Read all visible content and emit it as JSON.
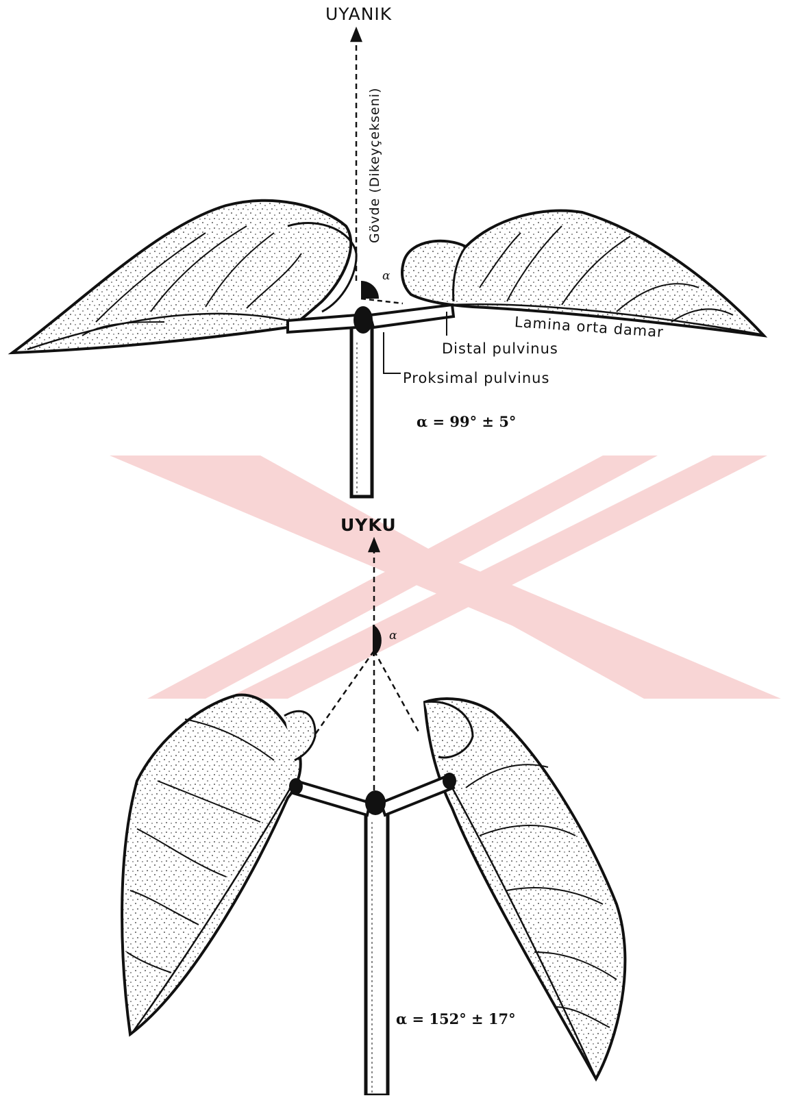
{
  "top": {
    "state_label": "UYANIK",
    "axis_label": "Gövde (Dikeyçekseni)",
    "alpha_symbol": "α",
    "parts": {
      "lamina": "Lamina orta damar",
      "distal": "Distal pulvinus",
      "proximal": "Proksimal pulvinus"
    },
    "angle": "α = 99° ± 5°"
  },
  "bottom": {
    "state_label": "UYKU",
    "alpha_symbol": "α",
    "angle": "α = 152° ± 17°"
  },
  "colors": {
    "ink": "#111111",
    "leaf_fill": "#ffffff",
    "watermark": "#f3b4b4"
  }
}
